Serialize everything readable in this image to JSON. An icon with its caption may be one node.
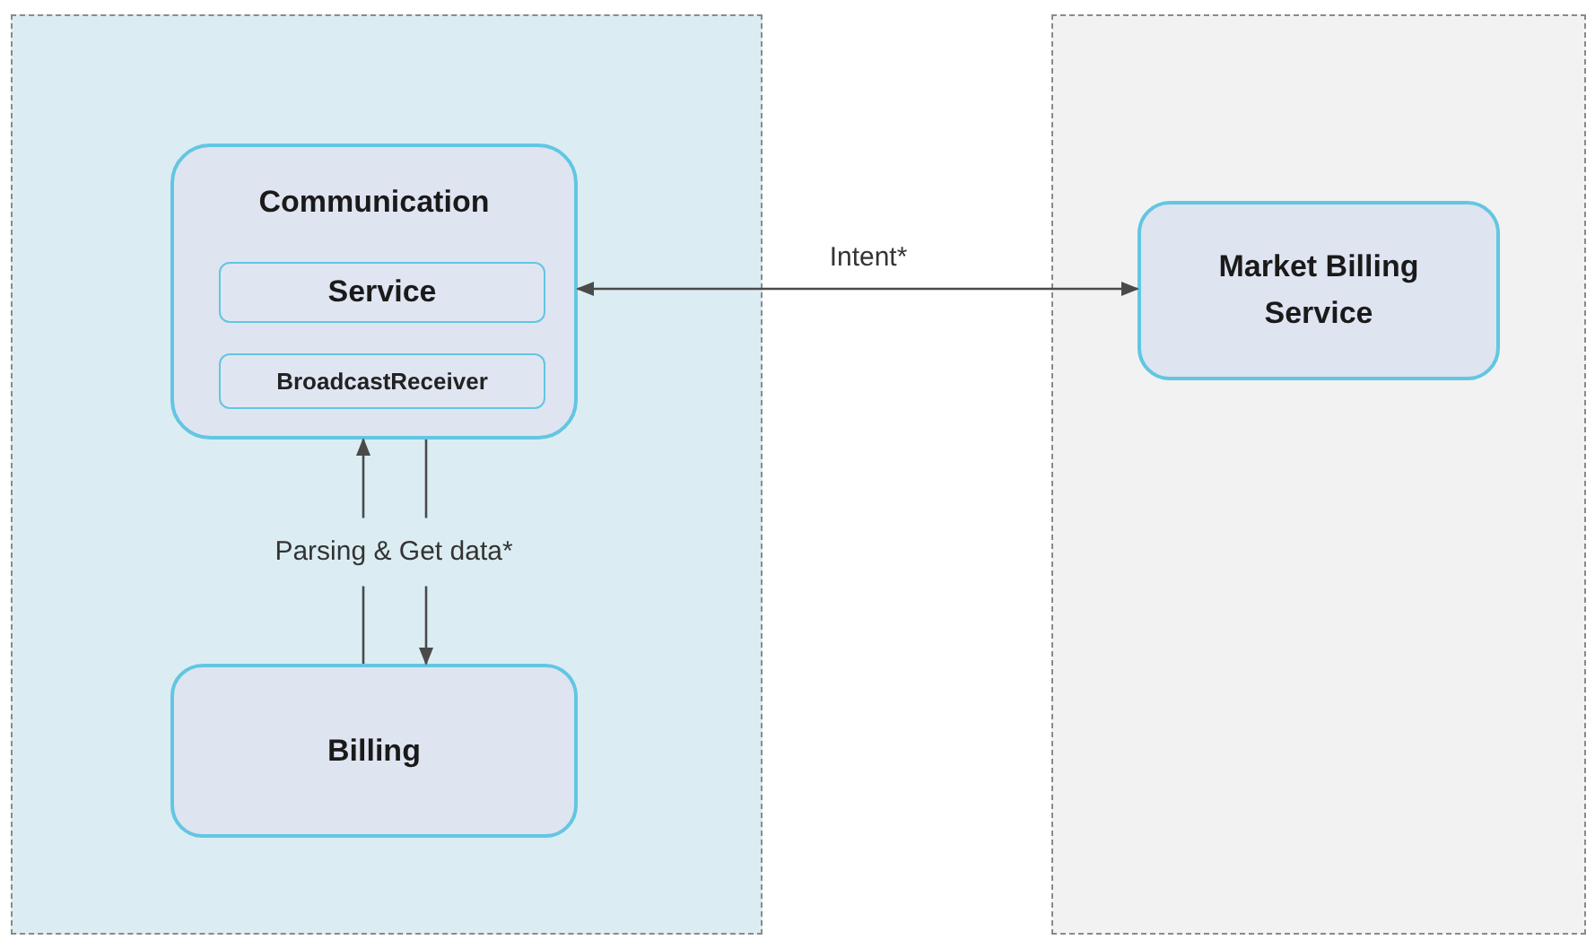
{
  "diagram": {
    "nodes": [
      {
        "text": [],
        "shape": "box"
      },
      {
        "text": [],
        "shape": "box"
      },
      {
        "text": [
          "Communication"
        ],
        "in": 0
      },
      {
        "text": [
          "Service"
        ],
        "in": 2
      },
      {
        "text": [
          "BroadcastReceiver"
        ],
        "in": 2
      },
      {
        "text": [
          "Billing"
        ],
        "in": 0
      },
      {
        "text": [
          "Market Billing Service"
        ],
        "in": 1
      }
    ],
    "edges": [
      {
        "from": 2,
        "to": 6,
        "arrow": "both",
        "label": "Intent*"
      },
      {
        "from": 5,
        "to": 2,
        "arrow": "to",
        "label": "Parsing & Get data*"
      },
      {
        "from": 2,
        "to": 5,
        "arrow": "to"
      }
    ]
  }
}
